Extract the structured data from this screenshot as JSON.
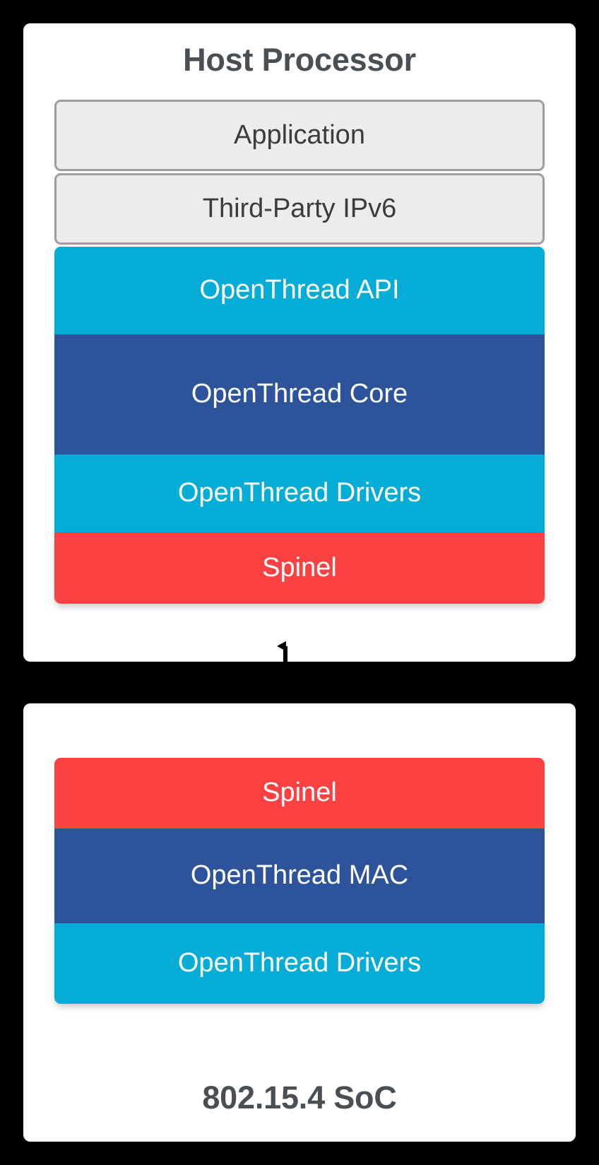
{
  "diagram": {
    "title": "OpenThread RCP / NCP architecture stack",
    "background_color": "#000000",
    "panel_color": "#ffffff"
  },
  "colors": {
    "cyan": "#05acd6",
    "navy": "#2d549b",
    "red": "#fb4141",
    "grey_fill": "#ececec",
    "grey_border": "#9e9e9e",
    "title_text": "#494f54",
    "grey_block_text": "#3c3c3c",
    "solid_block_text": "#ffffff",
    "arrow": "#000000"
  },
  "panels": [
    {
      "id": "host-processor",
      "title": "Host Processor",
      "title_position": "top",
      "layers": [
        {
          "label": "Application",
          "style": "grey",
          "color": "#ececec"
        },
        {
          "label": "Third-Party IPv6",
          "style": "grey",
          "color": "#ececec"
        },
        {
          "label": "OpenThread API",
          "style": "cyan",
          "color": "#05acd6"
        },
        {
          "label": "OpenThread Core",
          "style": "navy",
          "color": "#2d549b"
        },
        {
          "label": "OpenThread Drivers",
          "style": "cyan",
          "color": "#05acd6"
        },
        {
          "label": "Spinel",
          "style": "red",
          "color": "#fb4141"
        }
      ]
    },
    {
      "id": "802-15-4-soc",
      "title": "802.15.4 SoC",
      "title_position": "bottom",
      "layers": [
        {
          "label": "Spinel",
          "style": "red",
          "color": "#fb4141"
        },
        {
          "label": "OpenThread MAC",
          "style": "navy",
          "color": "#2d549b"
        },
        {
          "label": "OpenThread Drivers",
          "style": "cyan",
          "color": "#05acd6"
        }
      ]
    }
  ],
  "connector": {
    "type": "double-headed-arrow",
    "orientation": "vertical",
    "from": "Spinel (Host Processor)",
    "to": "Spinel (802.15.4 SoC)",
    "color": "#000000"
  }
}
